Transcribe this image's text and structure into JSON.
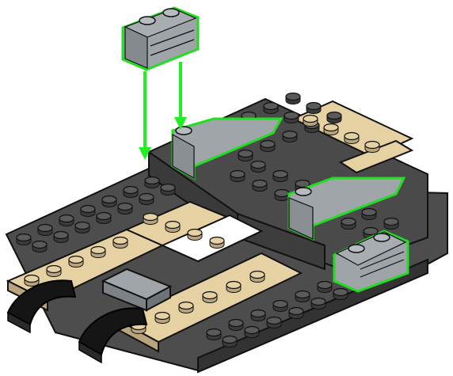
{
  "instruction_step": {
    "colors": {
      "dark_plate": "#4d4d4d",
      "dark_plate_side": "#333333",
      "tan_plate": "#e6d1a3",
      "tan_plate_side": "#b9a57c",
      "light_gray": "#a0a5aa",
      "light_gray_side": "#7d8287",
      "black_slope": "#151515",
      "highlight": "#22dd22",
      "arrow": "#22ee22",
      "outline": "#111111"
    },
    "parts_added": [
      {
        "name": "tile-modified-1x2-grille",
        "color": "light gray"
      },
      {
        "name": "slope-curved-wedge-left",
        "color": "light gray"
      },
      {
        "name": "slope-curved-wedge-right",
        "color": "light gray"
      },
      {
        "name": "tile-modified-1x2-grille",
        "color": "light gray"
      }
    ],
    "arrow_count": 2
  }
}
